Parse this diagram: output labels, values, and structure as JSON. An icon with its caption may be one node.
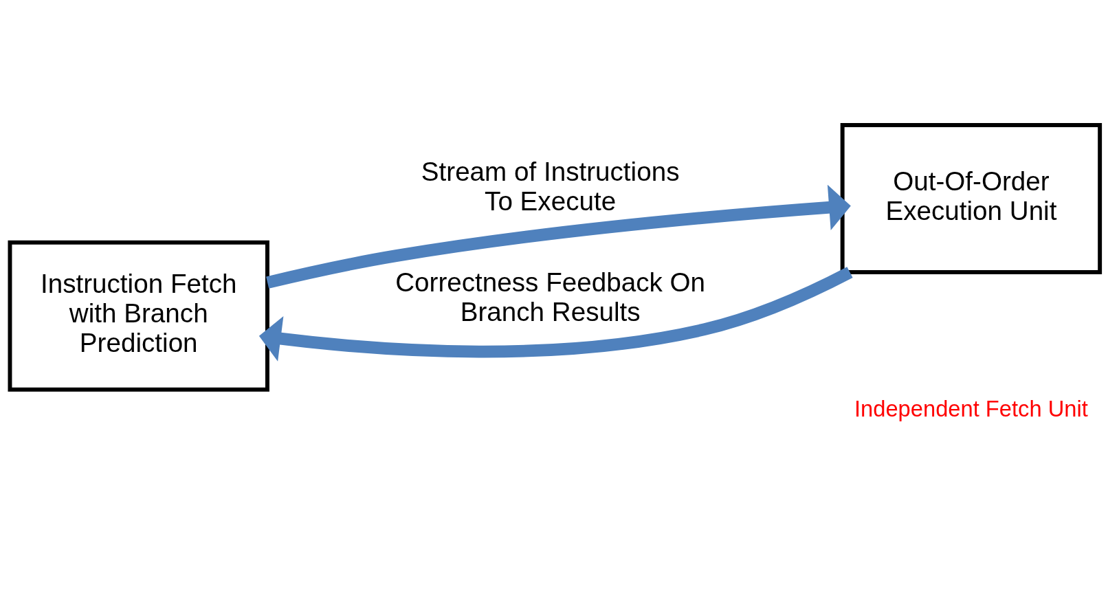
{
  "diagram": {
    "nodes": [
      {
        "text": [
          "Instruction Fetch with Branch Prediction"
        ]
      },
      {
        "text": [
          "Out-Of-Order Execution Unit"
        ]
      }
    ],
    "edges": [
      {
        "from": 0,
        "to": 1,
        "arrow": "to",
        "label": "Stream of Instructions To Execute"
      },
      {
        "from": 1,
        "to": 0,
        "arrow": "to",
        "label": "Correctness Feedback On Branch Results"
      }
    ],
    "labels": [
      "Independent Fetch Unit"
    ]
  }
}
